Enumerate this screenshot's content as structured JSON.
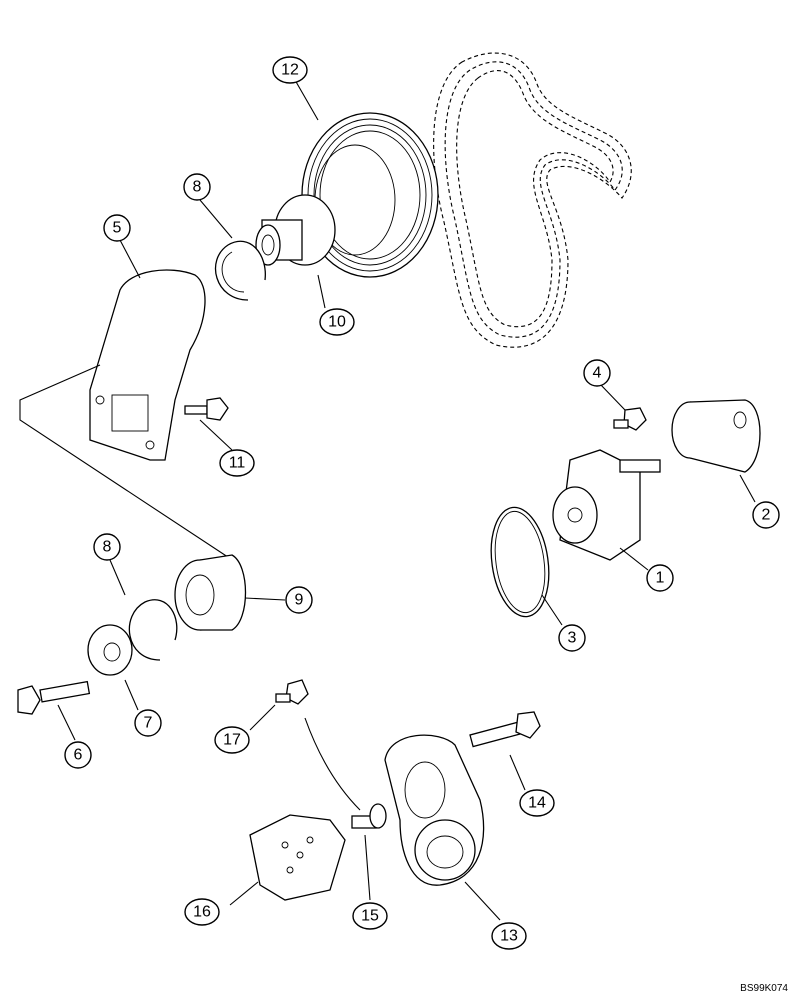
{
  "callouts": [
    {
      "id": "1",
      "label": "1"
    },
    {
      "id": "2",
      "label": "2"
    },
    {
      "id": "3",
      "label": "3"
    },
    {
      "id": "4",
      "label": "4"
    },
    {
      "id": "5",
      "label": "5"
    },
    {
      "id": "6",
      "label": "6"
    },
    {
      "id": "7",
      "label": "7"
    },
    {
      "id": "8a",
      "label": "8"
    },
    {
      "id": "8b",
      "label": "8"
    },
    {
      "id": "9",
      "label": "9"
    },
    {
      "id": "10",
      "label": "10"
    },
    {
      "id": "11",
      "label": "11"
    },
    {
      "id": "12",
      "label": "12"
    },
    {
      "id": "13",
      "label": "13"
    },
    {
      "id": "14",
      "label": "14"
    },
    {
      "id": "15",
      "label": "15"
    },
    {
      "id": "16",
      "label": "16"
    },
    {
      "id": "17",
      "label": "17"
    }
  ],
  "reference_code": "BS99K074"
}
